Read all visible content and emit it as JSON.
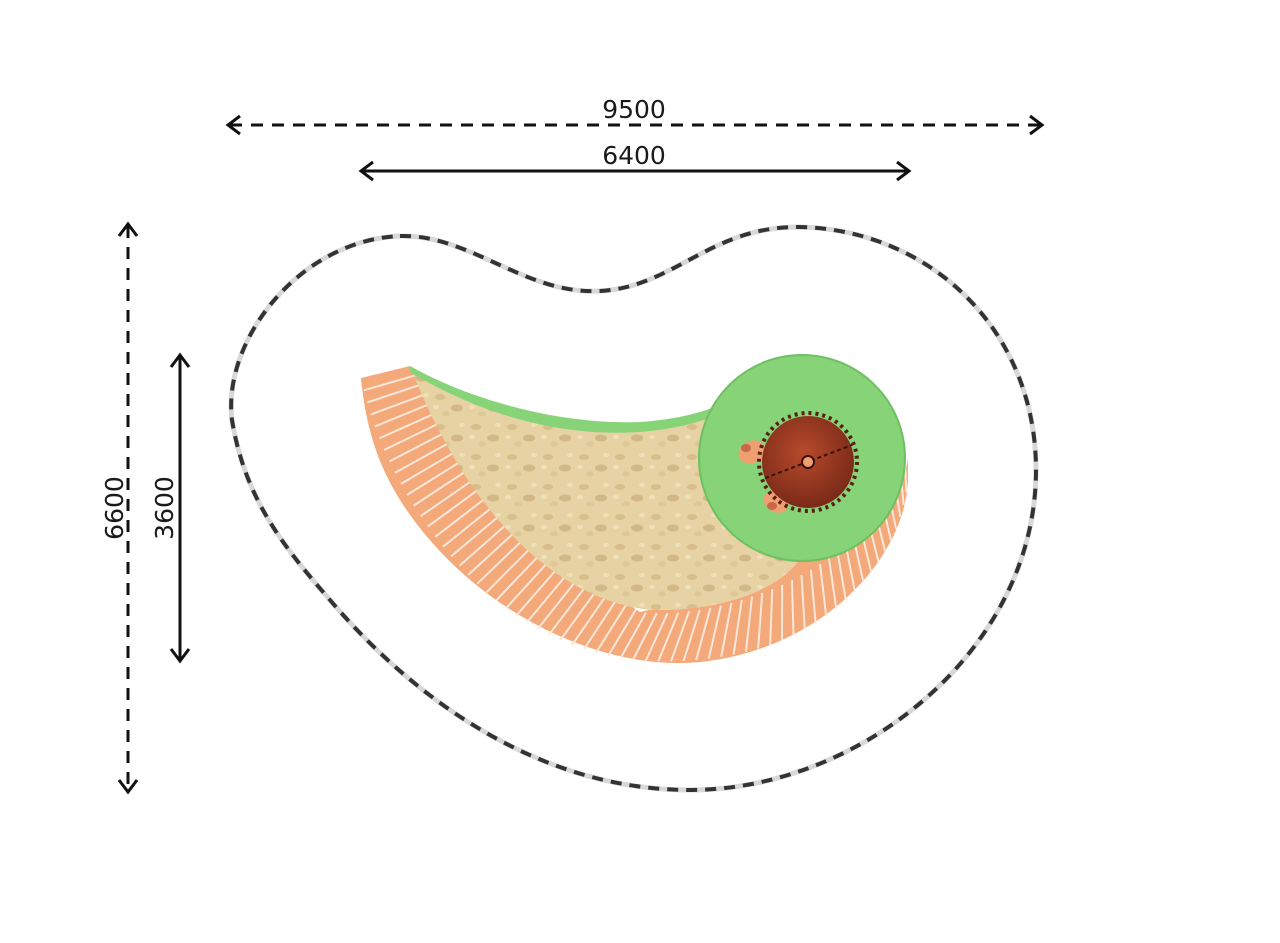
{
  "dimensions": {
    "safety_zone_width": "9500",
    "equipment_width": "6400",
    "safety_zone_depth": "6600",
    "equipment_depth": "3600"
  },
  "colors": {
    "background": "#ffffff",
    "dimension_line": "#111111",
    "safety_zone_dash": "#333333",
    "grass": "#86d378",
    "sand": "#e7d2a4",
    "sand_shadow": "#c9ad76",
    "bench_planks": "#f4a97a",
    "plank_gap": "#fbe7da",
    "shell_dark": "#8a2e1a",
    "shell_light": "#b84a2c",
    "shell_spikes": "#5a1d12",
    "head_orange": "#f0a070"
  },
  "icons": {
    "play_element": "hedgehog-figure",
    "arrowheads": "open-chevron"
  }
}
